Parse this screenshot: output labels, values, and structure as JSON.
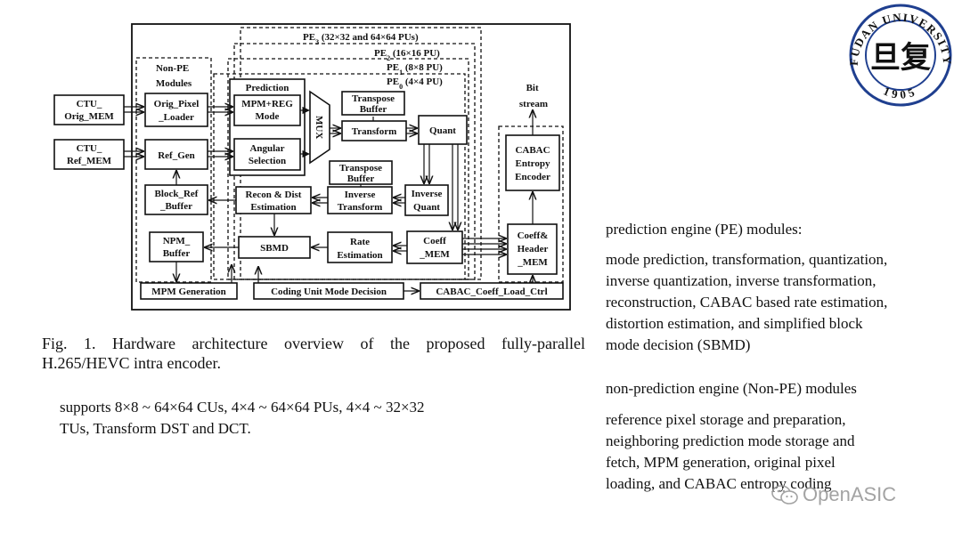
{
  "logo": {
    "name": "FUDAN UNIVERSITY",
    "year": "1905",
    "seal_glyph": "旦复"
  },
  "diagram": {
    "pe_stack": [
      {
        "base": "PE",
        "sub": "3",
        "rest": " (32×32 and 64×64 PUs)"
      },
      {
        "base": "PE",
        "sub": "2",
        "rest": " (16×16 PU)"
      },
      {
        "base": "PE",
        "sub": "1",
        "rest": " (8×8 PU)"
      },
      {
        "base": "PE",
        "sub": "0",
        "rest": " (4×4 PU)"
      }
    ],
    "non_pe_title": [
      "Non-PE",
      "Modules"
    ],
    "bitstream_title": [
      "Bit",
      "stream"
    ],
    "blocks": {
      "ctu_orig": [
        "CTU_",
        "Orig_MEM"
      ],
      "ctu_ref": [
        "CTU_",
        "Ref_MEM"
      ],
      "orig_pixel": [
        "Orig_Pixel",
        "_Loader"
      ],
      "ref_gen": [
        "Ref_Gen"
      ],
      "block_ref": [
        "Block_Ref",
        "_Buffer"
      ],
      "npm": [
        "NPM_",
        "Buffer"
      ],
      "prediction_title": "Prediction",
      "mpm_reg": [
        "MPM+REG",
        "Mode"
      ],
      "angular": [
        "Angular",
        "Selection"
      ],
      "mux": "MUX",
      "transpose1": [
        "Transpose",
        "Buffer"
      ],
      "transform": [
        "Transform"
      ],
      "quant": [
        "Quant"
      ],
      "transpose2": [
        "Transpose",
        "Buffer"
      ],
      "inv_transform": [
        "Inverse",
        "Transform"
      ],
      "inv_quant": [
        "Inverse",
        "Quant"
      ],
      "recon": [
        "Recon & Dist",
        "Estimation"
      ],
      "sbmd": [
        "SBMD"
      ],
      "rate": [
        "Rate",
        "Estimation"
      ],
      "coeff_mem": [
        "Coeff",
        "_MEM"
      ],
      "cabac": [
        "CABAC",
        "Entropy",
        "Encoder"
      ],
      "coeff_header": [
        "Coeff&",
        "Header",
        "_MEM"
      ],
      "mpm_gen": [
        "MPM Generation"
      ],
      "cumd": [
        "Coding Unit Mode Decision"
      ],
      "cabac_load": [
        "CABAC_Coeff_Load_Ctrl"
      ]
    }
  },
  "caption": {
    "lines": [
      "Fig. 1.    Hardware architecture overview of the proposed fully-parallel",
      "H.265/HEVC intra encoder."
    ]
  },
  "supports": {
    "lines": [
      "supports 8×8 ~ 64×64 CUs, 4×4 ~ 64×64 PUs, 4×4 ~ 32×32",
      "TUs, Transform DST and DCT."
    ]
  },
  "pe_modules": {
    "heading": "prediction engine (PE) modules:",
    "lines": [
      "mode prediction, transformation, quantization,",
      "inverse quantization, inverse transformation,",
      "reconstruction, CABAC based rate estimation,",
      "distortion estimation, and simplified block",
      "mode decision (SBMD)"
    ]
  },
  "non_pe_modules": {
    "heading": "non-prediction engine (Non-PE) modules",
    "lines": [
      "reference pixel storage and preparation,",
      "neighboring prediction mode storage and",
      "fetch, MPM generation, original pixel",
      "loading, and CABAC entropy coding"
    ]
  },
  "watermark": {
    "text": "OpenASIC",
    "icon": "wechat-icon"
  }
}
